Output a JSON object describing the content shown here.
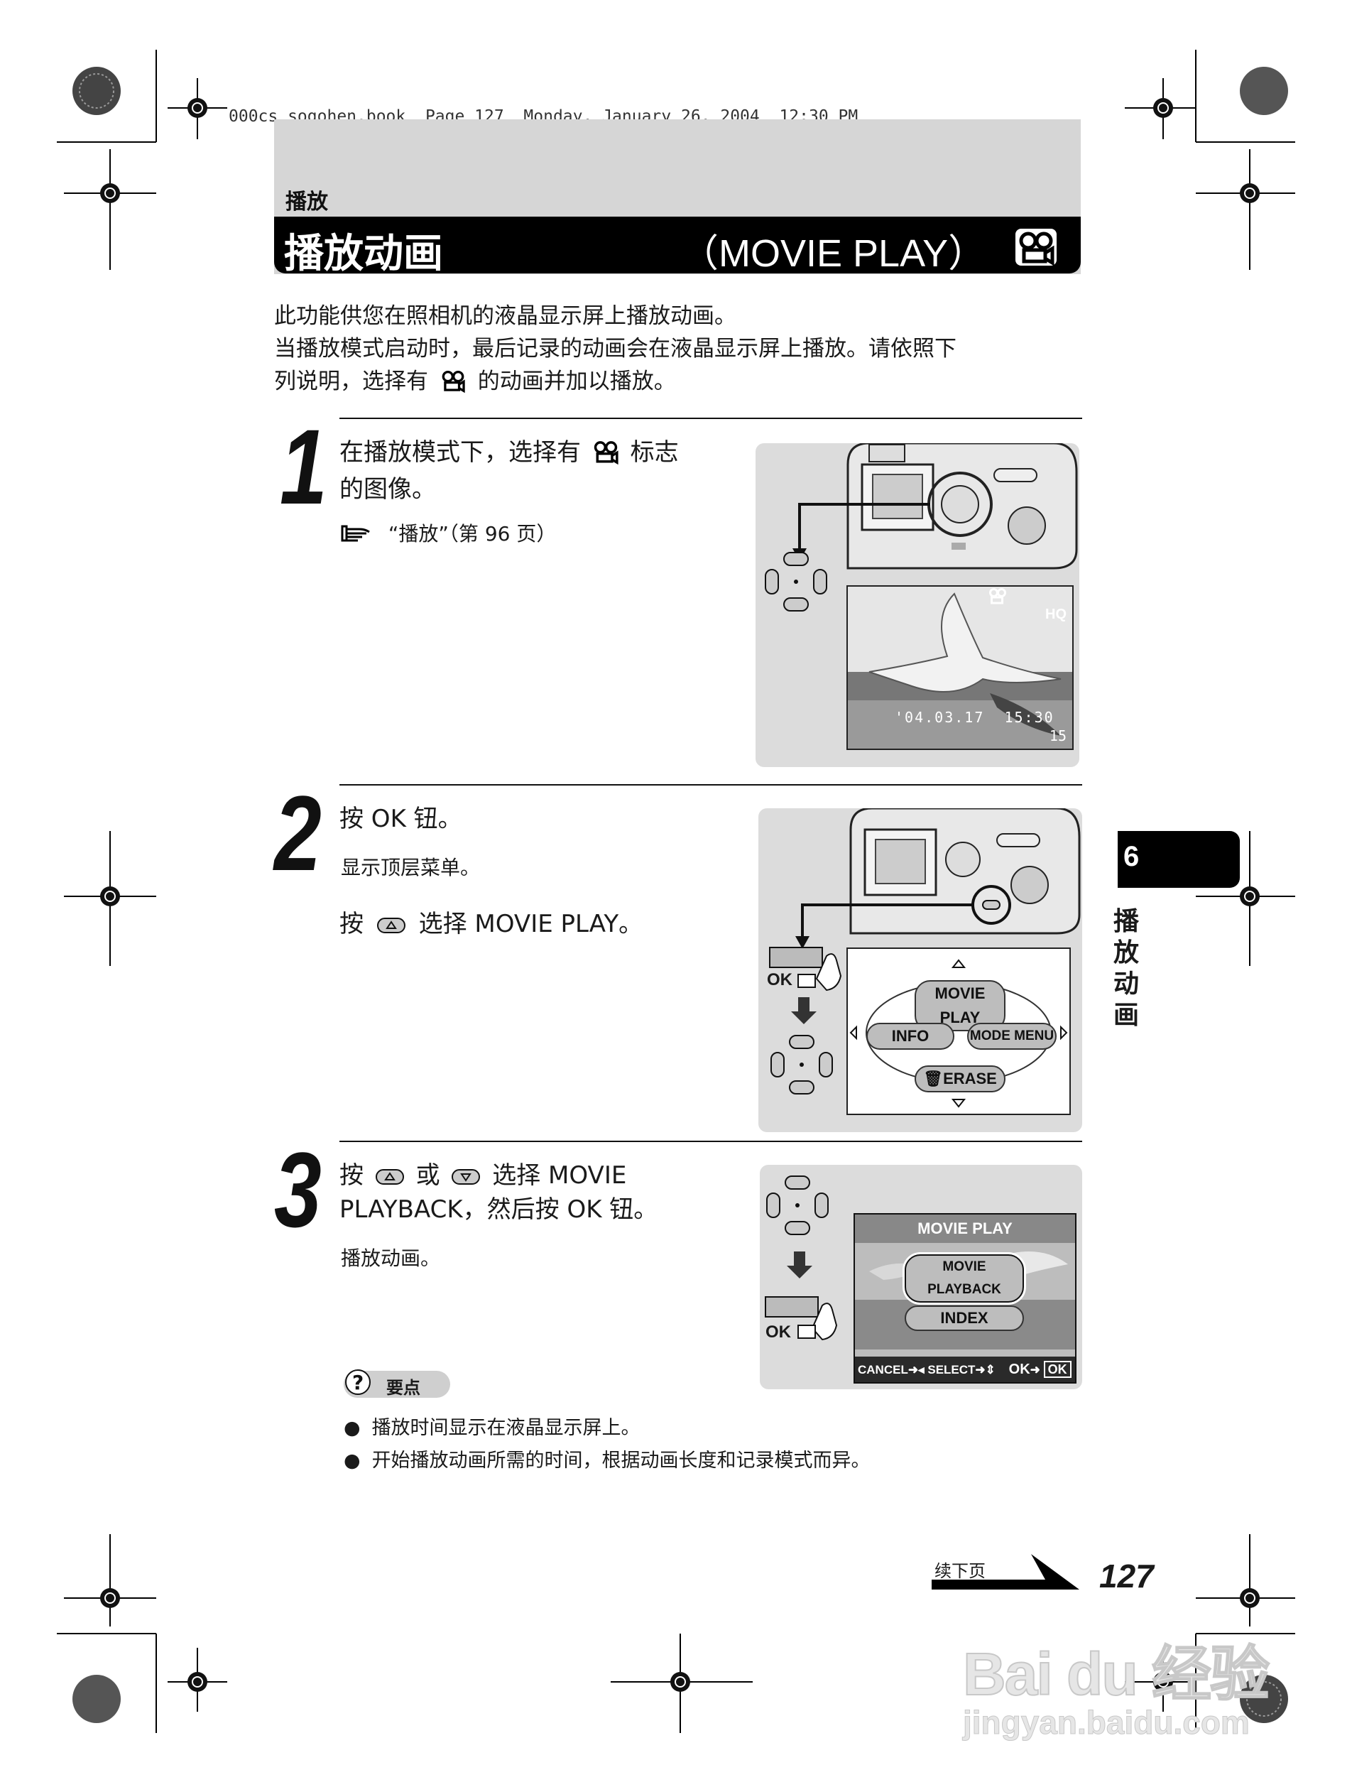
{
  "file_header": "000cs_sogohen.book  Page 127  Monday, January 26, 2004  12:30 PM",
  "section_label": "播放",
  "title_cn": "播放动画",
  "title_en": "（MOVIE PLAY）",
  "intro": [
    "此功能供您在照相机的液晶显示屏上播放动画。",
    "当播放模式启动时，最后记录的动画会在液晶显示屏上播放。请依照下",
    "列说明，选择有",
    "的动画并加以播放。"
  ],
  "step1": {
    "number": "1",
    "line1a": "在播放模式下，选择有",
    "line1b": "标志",
    "line2": "的图像。",
    "ref": "“播放”（第 96 页）"
  },
  "step2": {
    "number": "2",
    "main": "按 OK 钮。",
    "sub": "显示顶层菜单。",
    "action_a": "按",
    "action_b": "选择 MOVIE PLAY。"
  },
  "step3": {
    "number": "3",
    "line1a": "按",
    "line1b": "或",
    "line1c": "选择 MOVIE",
    "line2": "PLAYBACK，然后按 OK 钮。",
    "sub": "播放动画。"
  },
  "photo": {
    "mode": "HQ",
    "datetime": "'04.03.17  15:30",
    "frame": "15"
  },
  "menu1": {
    "top": "MOVIE PLAY",
    "left": "INFO",
    "right": "MODE MENU",
    "bottom": "ERASE"
  },
  "menu2": {
    "header": "MOVIE PLAY",
    "item1": "MOVIE PLAYBACK",
    "item2": "INDEX",
    "footer_cancel": "CANCEL",
    "footer_select": "SELECT",
    "footer_ok": "OK",
    "footer_ok_box": "OK"
  },
  "ok_label": "OK",
  "tips_label": "要点",
  "tips": [
    "播放时间显示在液晶显示屏上。",
    "开始播放动画所需的时间，根据动画长度和记录模式而异。"
  ],
  "chapter_number": "6",
  "chapter_title": "播放动画",
  "continue_label": "续下页",
  "page_number": "127",
  "watermark": {
    "main": "Bai du 经验",
    "sub": "jingyan.baidu.com"
  }
}
